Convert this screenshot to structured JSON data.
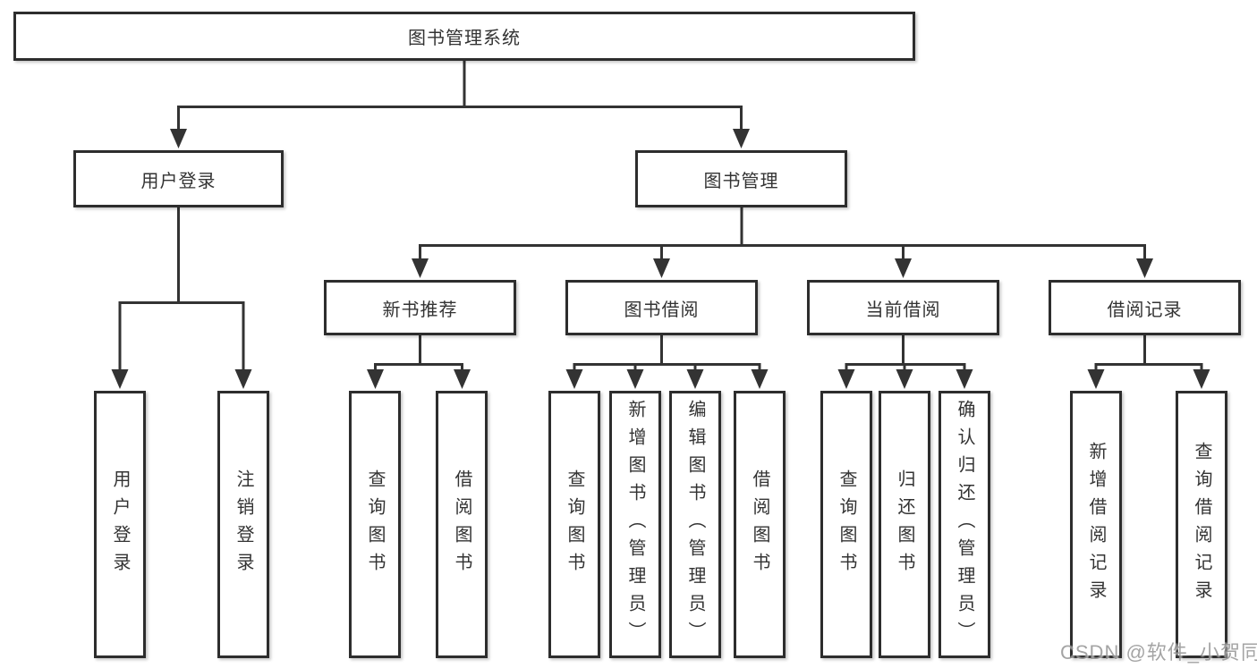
{
  "diagram": {
    "root": {
      "label": "图书管理系统"
    },
    "branches": {
      "user_login": {
        "label": "用户登录",
        "children": [
          "用户登录",
          "注销登录"
        ]
      },
      "book_mgmt": {
        "label": "图书管理"
      }
    },
    "modules": {
      "new_books": {
        "label": "新书推荐",
        "children": [
          "查询图书",
          "借阅图书"
        ]
      },
      "book_borrow": {
        "label": "图书借阅",
        "children": [
          "查询图书",
          "新增图书（管理员）",
          "编辑图书（管理员）",
          "借阅图书"
        ]
      },
      "current_borrow": {
        "label": "当前借阅",
        "children": [
          "查询图书",
          "归还图书",
          "确认归还（管理员）"
        ]
      },
      "borrow_records": {
        "label": "借阅记录",
        "children": [
          "新增借阅记录",
          "查询借阅记录"
        ]
      }
    }
  },
  "colors": {
    "line": "#333333",
    "box_border": "#2d2d2d",
    "text": "#333333",
    "watermark": "#8a8a8a"
  },
  "watermark": {
    "text": "CSDN @软件_小贺同学"
  }
}
